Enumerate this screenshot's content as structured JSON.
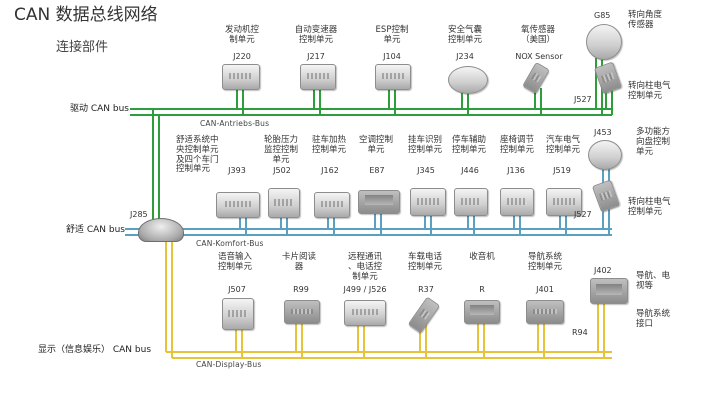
{
  "header": {
    "title": "CAN 数据总线网络",
    "subtitle": "连接部件"
  },
  "colors": {
    "drive_bus": "#2e9e3a",
    "comfort_bus": "#5aa0c0",
    "display_bus": "#e5c33a",
    "label_red": "#c0283a"
  },
  "buses": {
    "drive": {
      "name": "驱动 CAN bus",
      "tag": "CAN-Antriebs-Bus"
    },
    "comfort": {
      "name": "舒适 CAN bus",
      "tag": "CAN-Komfort-Bus"
    },
    "display": {
      "name": "显示（信息娱乐） CAN bus",
      "tag": "CAN-Display-Bus"
    }
  },
  "gateway": {
    "code": "J285"
  },
  "drive_modules": [
    {
      "label": "发动机控\n制单元",
      "code": "J220",
      "icon": "ecu-module-icon"
    },
    {
      "label": "自动变速器\n控制单元",
      "code": "J217",
      "icon": "ecu-module-icon"
    },
    {
      "label": "ESP控制\n单元",
      "code": "J104",
      "icon": "ecu-module-icon"
    },
    {
      "label": "安全气囊\n控制单元",
      "code": "J234",
      "icon": "airbag-module-icon"
    },
    {
      "label": "氧传感器\n（美国）",
      "code": "NOX Sensor",
      "icon": "oxygen-sensor-icon"
    },
    {
      "label": "",
      "code": "G85",
      "icon": "steering-angle-sensor-icon"
    },
    {
      "label": "",
      "code": "J527",
      "icon": "steering-column-module-icon"
    }
  ],
  "right_labels": {
    "g85": "转向角度\n传感器",
    "j527_top": "转向柱电气\n控制单元",
    "j453": "多功能方\n向盘控制\n单元",
    "j527_mid": "转向柱电气\n控制单元",
    "j402": "导航、电\n视等",
    "r94": "导航系统\n接口"
  },
  "comfort_modules": [
    {
      "label": "舒适系统中\n央控制单元\n及四个车门\n控制单元",
      "code": "J393"
    },
    {
      "label": "轮胎压力\n监控控制\n单元",
      "code": "J502"
    },
    {
      "label": "驻车加热\n控制单元",
      "code": "J162"
    },
    {
      "label": "空调控制\n单元",
      "code": "E87"
    },
    {
      "label": "挂车识别\n控制单元",
      "code": "J345"
    },
    {
      "label": "停车辅助\n控制单元",
      "code": "J446"
    },
    {
      "label": "座椅调节\n控制单元",
      "code": "J136"
    },
    {
      "label": "汽车电气\n控制单元",
      "code": "J519"
    },
    {
      "label": "",
      "code": "J453"
    },
    {
      "label": "",
      "code": "J527"
    }
  ],
  "display_modules": [
    {
      "label": "语音输入\n控制单元",
      "code": "J507"
    },
    {
      "label": "卡片阅读\n器",
      "code": "R99"
    },
    {
      "label": "远程通讯\n、电话控\n制单元",
      "code": "J499 / J526"
    },
    {
      "label": "车载电话\n控制单元",
      "code": "R37"
    },
    {
      "label": "收音机",
      "code": "R"
    },
    {
      "label": "导航系统\n控制单元",
      "code": "J401"
    },
    {
      "label": "",
      "code": "J402"
    },
    {
      "label": "",
      "code": "R94"
    }
  ]
}
